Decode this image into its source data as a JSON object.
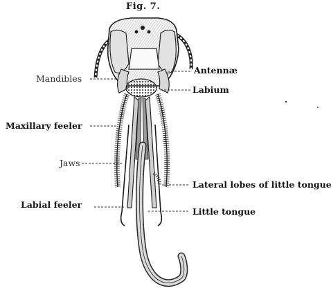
{
  "figure": {
    "title": "Fig. 7."
  },
  "labels": {
    "mandibles": "Mandibles",
    "antennae": "Antennæ",
    "labium": "Labium",
    "maxillary_feeler": "Maxillary feeler",
    "jaws": "Jaws",
    "lateral_lobes": "Lateral lobes of little tongue",
    "labial_feeler": "Labial feeler",
    "little_tongue": "Little tongue"
  },
  "colors": {
    "ink": "#1a1a1a",
    "paper": "#ffffff",
    "shade": "#6b6b6b"
  }
}
